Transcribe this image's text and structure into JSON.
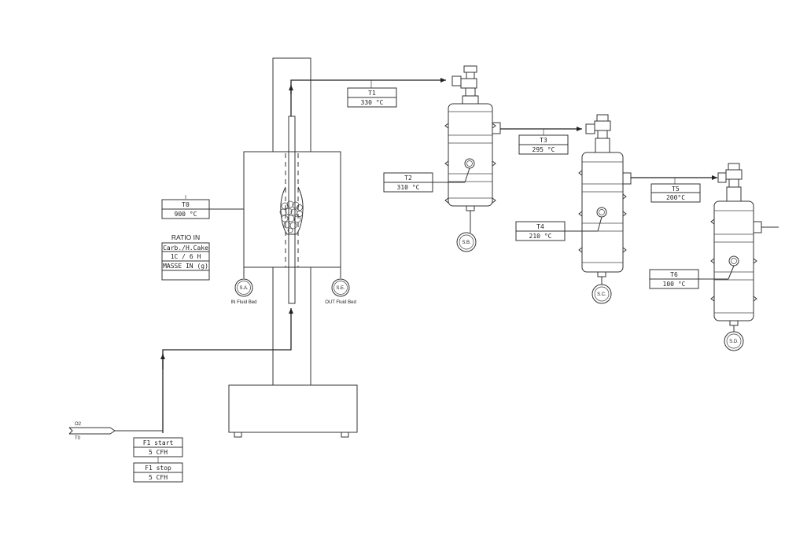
{
  "gauges": {
    "t0": {
      "label": "T0",
      "value": "900 °C"
    },
    "t1": {
      "label": "T1",
      "value": "330 °C"
    },
    "t2": {
      "label": "T2",
      "value": "310 °C"
    },
    "t3": {
      "label": "T3",
      "value": "295 °C"
    },
    "t4": {
      "label": "T4",
      "value": "210 °C"
    },
    "t5": {
      "label": "T5",
      "value": "200°C"
    },
    "t6": {
      "label": "T6",
      "value": "100 °C"
    }
  },
  "ratio": {
    "title": "RATIO IN",
    "row1": "Carb./H.Cake",
    "row2": "1C / 6 H",
    "row3": "MASSE IN (g)",
    "row4": ""
  },
  "flow": {
    "start_label": "F1 start",
    "start_value": "5 CFH",
    "stop_label": "F1 stop",
    "stop_value": "5 CFH"
  },
  "inlet": {
    "gas": "O2",
    "tag": "T0"
  },
  "samples": {
    "sa": "S.A.",
    "se": "S.E.",
    "sb": "S.B.",
    "sc": "S.C.",
    "sd": "S.D.",
    "in_label": "IN Fluid Bed",
    "out_label": "OUT Fluid Bed"
  }
}
